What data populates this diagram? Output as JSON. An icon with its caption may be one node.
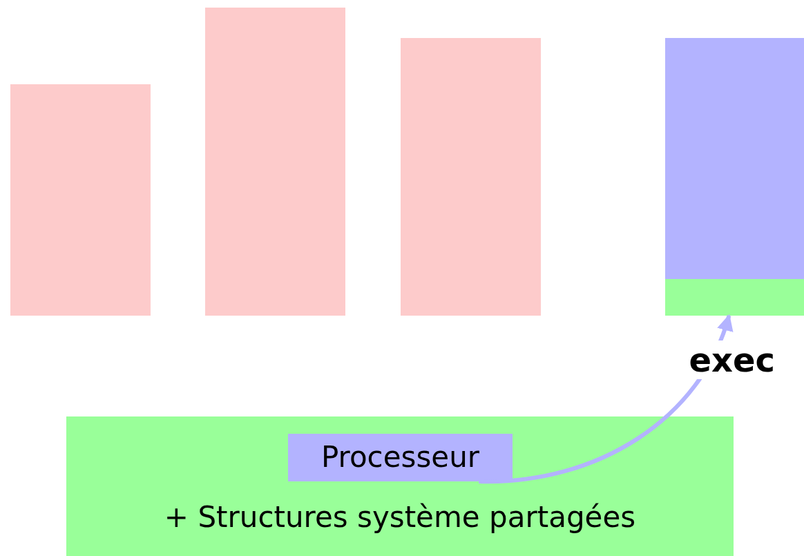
{
  "diagram": {
    "nodes": [
      {
        "text": [],
        "shape": "box"
      },
      {
        "text": [],
        "shape": "box"
      },
      {
        "text": [],
        "shape": "box"
      },
      {
        "text": [],
        "shape": "box"
      },
      {
        "text": [],
        "shape": "box"
      },
      {
        "text": [],
        "shape": "box"
      },
      {
        "text": [],
        "shape": "box"
      },
      {
        "text": [],
        "shape": "box"
      },
      {
        "text": [
          "+ Structures système partagées"
        ]
      },
      {
        "text": [
          "Processeur"
        ],
        "in": 8
      }
    ],
    "edges": [
      {
        "from": 9,
        "to": 7,
        "arrow": "to",
        "label": "exec",
        "color": "#b3b3ff"
      }
    ]
  }
}
